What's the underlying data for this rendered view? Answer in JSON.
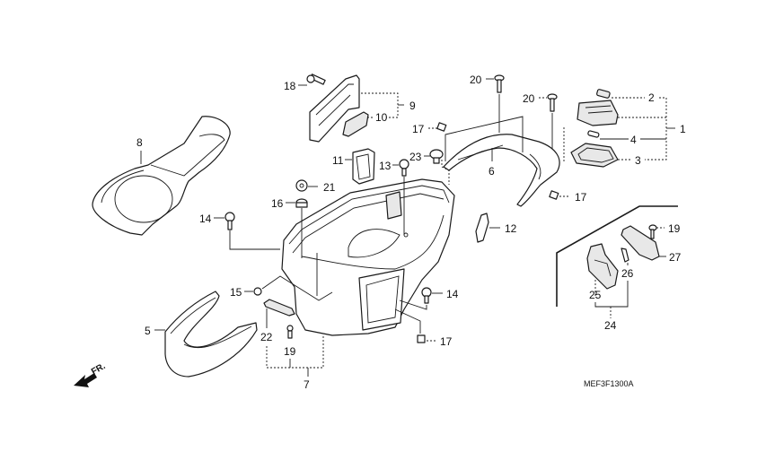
{
  "diagram": {
    "title": "Luggage box / inner parts exploded view",
    "diagram_code": "MEF3F1300A",
    "direction_label": "FR.",
    "callouts": {
      "c1": "1",
      "c2": "2",
      "c3": "3",
      "c4": "4",
      "c5": "5",
      "c6": "6",
      "c7": "7",
      "c8": "8",
      "c9": "9",
      "c10": "10",
      "c11": "11",
      "c12": "12",
      "c13": "13",
      "c14a": "14",
      "c14b": "14",
      "c15": "15",
      "c16": "16",
      "c17a": "17",
      "c17b": "17",
      "c17c": "17",
      "c18": "18",
      "c19a": "19",
      "c19b": "19",
      "c20a": "20",
      "c20b": "20",
      "c21": "21",
      "c22": "22",
      "c23": "23",
      "c24": "24",
      "c25": "25",
      "c26": "26",
      "c27": "27"
    },
    "parts": [
      {
        "id": "seat-liner",
        "callout": "8"
      },
      {
        "id": "luggage-box",
        "callout": "7"
      },
      {
        "id": "rear-grab-rail",
        "callout": "6"
      },
      {
        "id": "front-cover-trim",
        "callout": "5"
      },
      {
        "id": "light-assembly",
        "callout": "1",
        "subparts": [
          "2",
          "3",
          "4"
        ]
      },
      {
        "id": "lid-panel",
        "callout": "9",
        "subparts": [
          "10"
        ]
      },
      {
        "id": "switch-assembly",
        "callout": "24",
        "subparts": [
          "25",
          "26"
        ]
      }
    ]
  }
}
